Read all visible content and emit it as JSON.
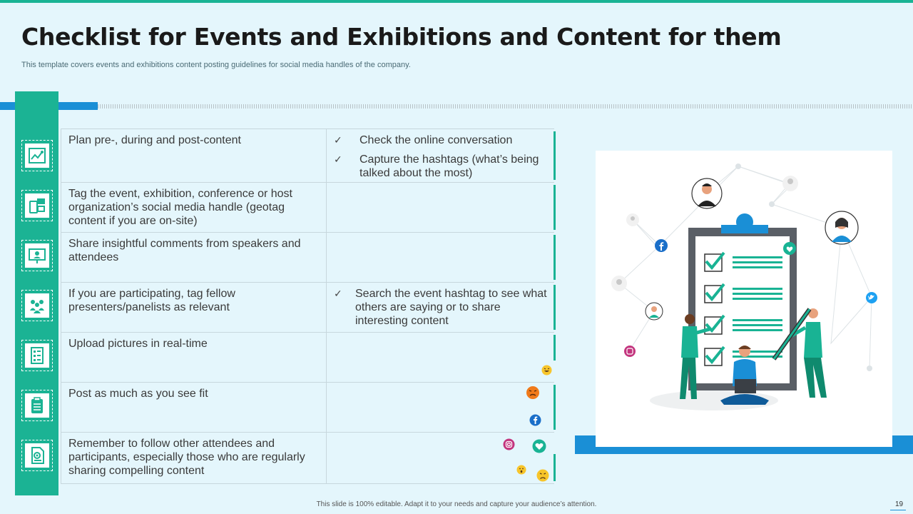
{
  "slide": {
    "title": "Checklist for Events and Exhibitions and Content for them",
    "subtitle": "This template covers events and exhibitions content posting guidelines for social media handles of the company.",
    "footer": "This slide is 100% editable. Adapt it to your needs and capture your audience’s attention.",
    "page_number": "19"
  },
  "rows": [
    {
      "icon": "map-icon",
      "left_lines": [
        "Plan pre-, during and post-content"
      ],
      "bullets": [
        [
          "Check the online conversation"
        ],
        [
          "Capture the hashtags (what’s being",
          "talked about the most)"
        ]
      ]
    },
    {
      "icon": "social-share-icon",
      "left_lines": [
        "Tag the event, exhibition, conference or host",
        "organization’s social media handle (geotag",
        "content if you are on-site)"
      ],
      "bullets": []
    },
    {
      "icon": "presentation-icon",
      "left_lines": [
        "Share insightful comments from speakers and",
        "attendees"
      ],
      "bullets": []
    },
    {
      "icon": "team-icon",
      "left_lines": [
        "If you are participating, tag fellow",
        "presenters/panelists as relevant"
      ],
      "bullets": [
        [
          "Search the event hashtag to see what",
          "others are saying or to share",
          "interesting content"
        ]
      ]
    },
    {
      "icon": "checklist-icon",
      "left_lines": [
        "Upload pictures in real-time"
      ],
      "bullets": []
    },
    {
      "icon": "clipboard-icon",
      "left_lines": [
        "Post as much as you see fit"
      ],
      "bullets": []
    },
    {
      "icon": "document-settings-icon",
      "left_lines": [
        "Remember to follow other attendees and",
        "participants, especially those who are regularly",
        "sharing compelling content"
      ],
      "bullets": []
    }
  ],
  "colors": {
    "accent_green": "#19b394",
    "accent_blue": "#1a8fd6",
    "background": "#e4f6fc"
  }
}
